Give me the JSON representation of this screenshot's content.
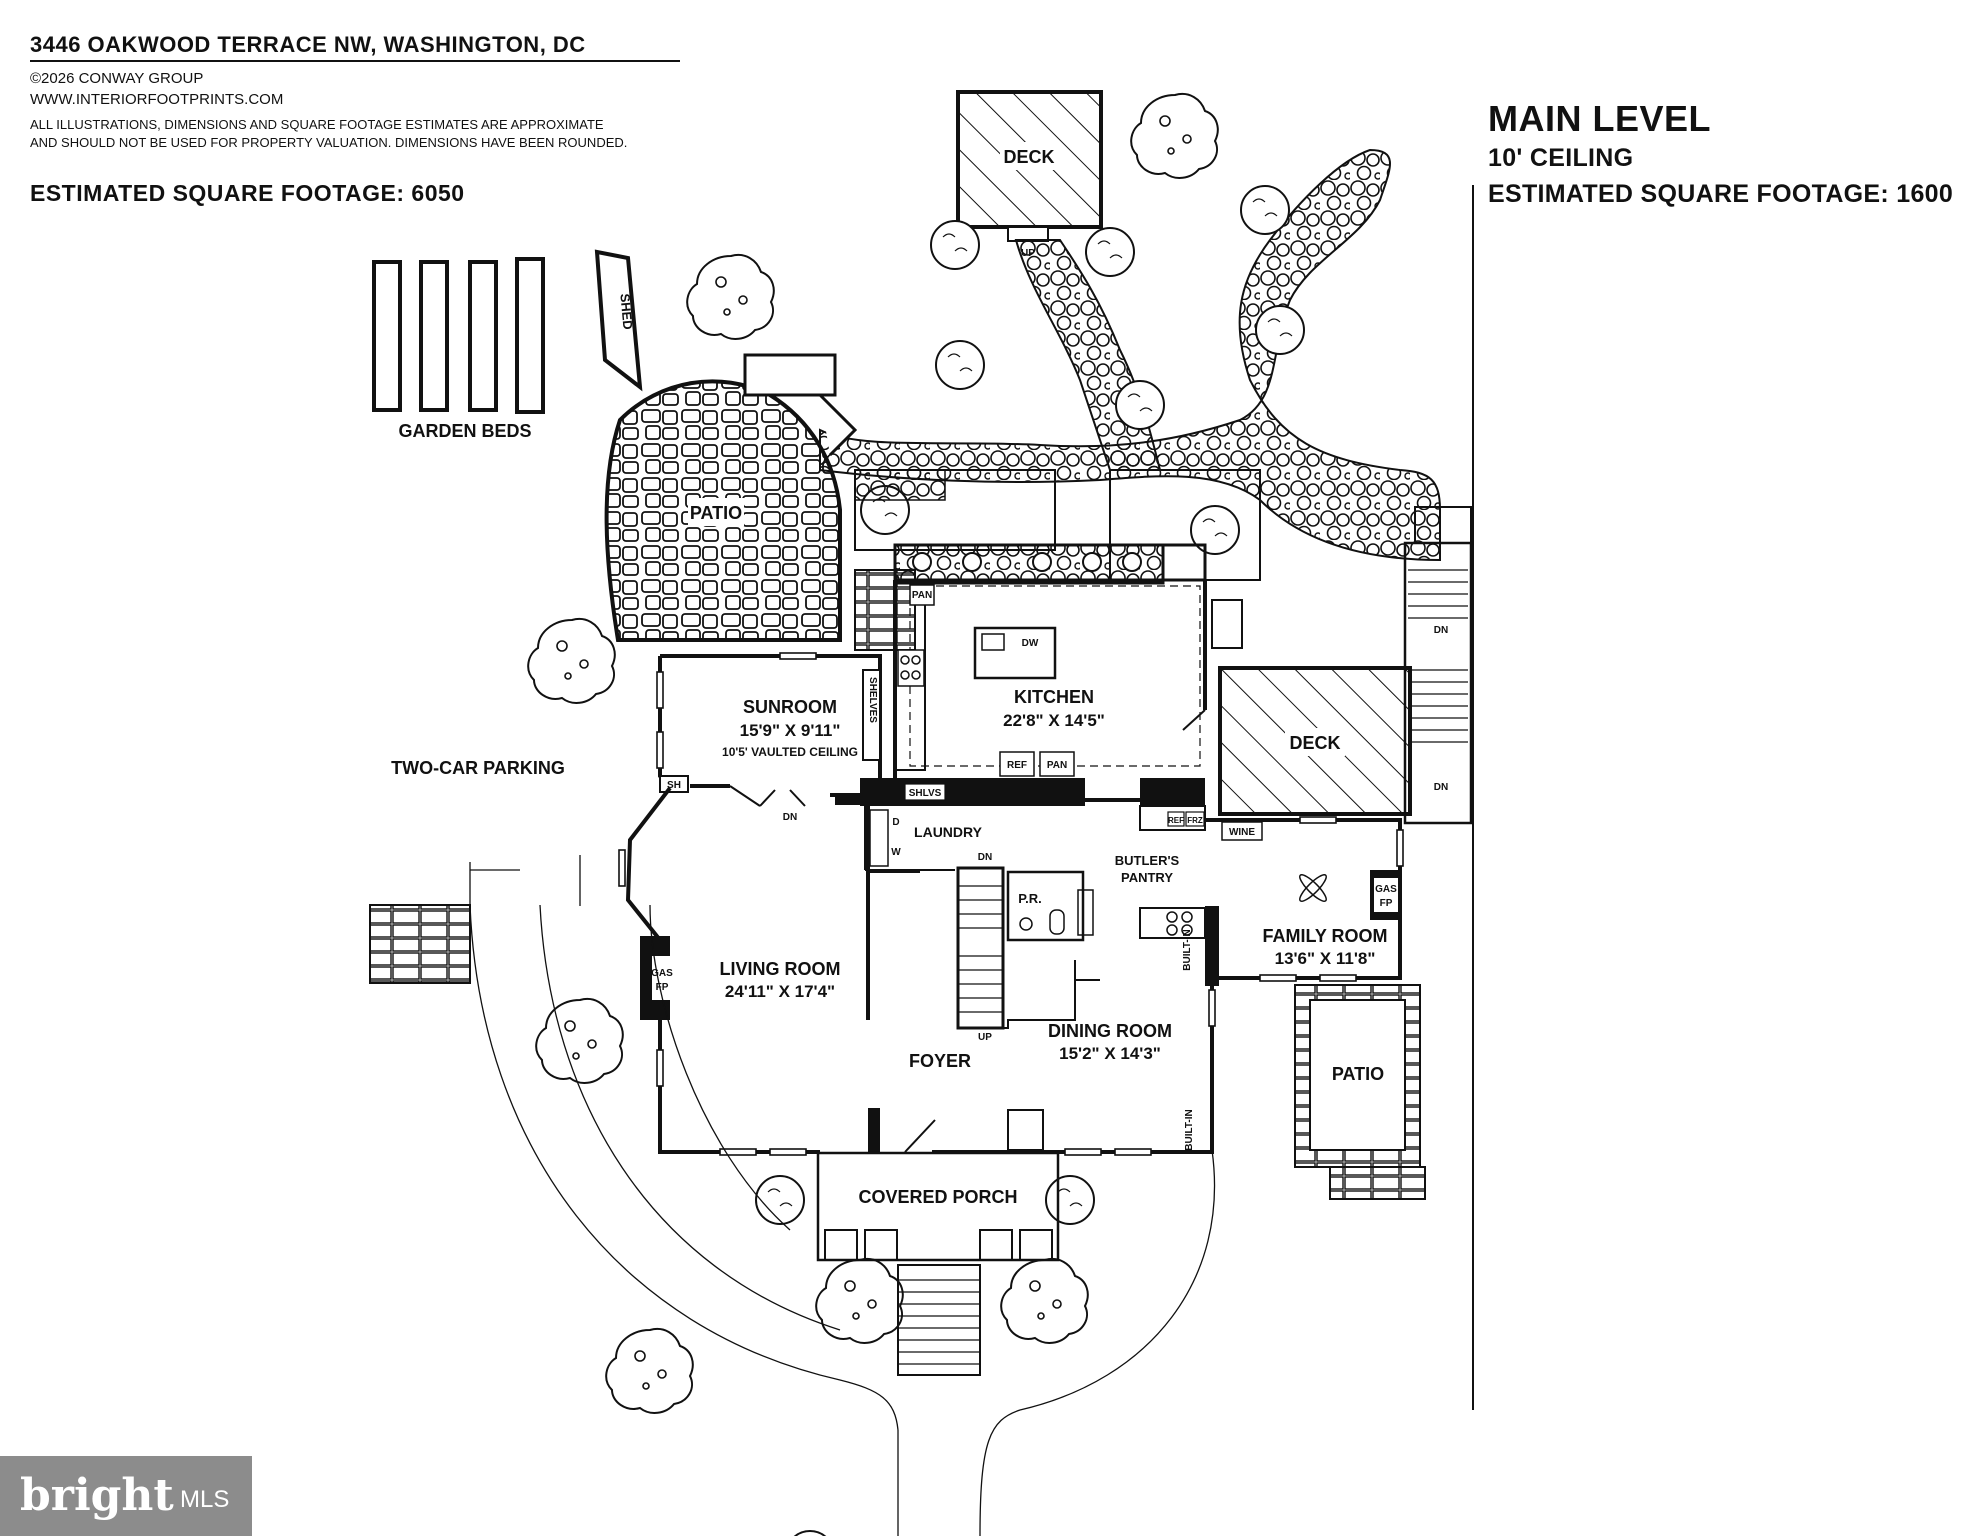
{
  "header": {
    "address": "3446 OAKWOOD TERRACE NW, WASHINGTON, DC",
    "copyright": "©2026 CONWAY GROUP",
    "website": "WWW.INTERIORFOOTPRINTS.COM",
    "disclaimer_line1": "ALL ILLUSTRATIONS, DIMENSIONS AND SQUARE FOOTAGE ESTIMATES ARE APPROXIMATE",
    "disclaimer_line2": "AND  SHOULD NOT BE USED FOR PROPERTY VALUATION. DIMENSIONS HAVE BEEN ROUNDED.",
    "total_sqft": "ESTIMATED SQUARE FOOTAGE: 6050"
  },
  "level": {
    "title": "MAIN LEVEL",
    "ceiling": "10' CEILING",
    "sqft": "ESTIMATED SQUARE FOOTAGE: 1600"
  },
  "rooms": {
    "deck_top": "DECK",
    "shed": "SHED",
    "garden_beds": "GARDEN BEDS",
    "patio_main": "PATIO",
    "sunroom": {
      "name": "SUNROOM",
      "dims": "15'9\" X 9'11\"",
      "note": "10'5' VAULTED CEILING"
    },
    "kitchen": {
      "name": "KITCHEN",
      "dims": "22'8\" X 14'5\""
    },
    "deck_right": "DECK",
    "two_car_parking": "TWO-CAR PARKING",
    "laundry": "LAUNDRY",
    "powder_room": "P.R.",
    "butlers_pantry_1": "BUTLER'S",
    "butlers_pantry_2": "PANTRY",
    "living_room": {
      "name": "LIVING ROOM",
      "dims": "24'11\" X 17'4\""
    },
    "family_room": {
      "name": "FAMILY ROOM",
      "dims": "13'6\" X 11'8\""
    },
    "dining_room": {
      "name": "DINING ROOM",
      "dims": "15'2\" X 14'3\""
    },
    "foyer": "FOYER",
    "patio_small": "PATIO",
    "covered_porch": "COVERED PORCH"
  },
  "fixtures": {
    "up": "UP",
    "dn": "DN",
    "dw": "DW",
    "pan": "PAN",
    "ref": "REF",
    "frz": "FRZ",
    "wine": "WINE",
    "shelves": "SHELVES",
    "shlvs": "SHLVS",
    "sh": "SH",
    "d": "D",
    "w": "W",
    "gas": "GAS",
    "fp": "FP",
    "built_in": "BUILT-IN"
  },
  "logo": {
    "word": "bright",
    "suffix": "MLS"
  }
}
